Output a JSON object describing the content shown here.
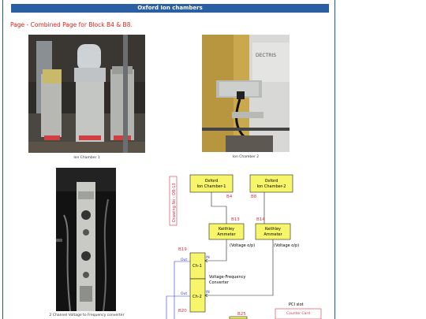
{
  "header": {
    "title": "Oxford Ion chambers"
  },
  "page": {
    "heading": "Page - Combined Page for Block B4 & B8."
  },
  "photos": {
    "ion_chamber_1": {
      "caption": "Ion Chamber 1"
    },
    "ion_chamber_2": {
      "caption": "Ion Chamber 2",
      "sign_text": "DECTRIS"
    },
    "converter": {
      "caption": "2 Channel Voltage to Frequency converter"
    }
  },
  "diagram": {
    "drawing_no": "Drawing No - DB-13",
    "chamber1_line1": "Oxford",
    "chamber1_line2": "Ion Chamber-1",
    "chamber1_tag": "B4",
    "chamber2_line1": "Oxford",
    "chamber2_line2": "Ion Chamber-2",
    "chamber2_tag": "B8",
    "ammeter1_line1": "Keithley",
    "ammeter1_line2": "Ammeter",
    "ammeter1_tag": "B13",
    "ammeter2_line1": "Keithley",
    "ammeter2_line2": "Ammeter",
    "ammeter2_tag": "B14",
    "voltage_op_1": "(Voltage o/p)",
    "voltage_op_2": "(Voltage o/p)",
    "ch1": "Ch-1",
    "ch2": "Ch-2",
    "b19": "B19",
    "b20": "B20",
    "b25": "B25",
    "out1": "Out",
    "in1": "IN",
    "out2": "Out",
    "in2": "IN",
    "converter_line1": "Voltage-Frequency",
    "converter_line2": "Converter",
    "pci_slot": "PCI slot",
    "counter_card": "Counter Card"
  },
  "colors": {
    "title_bar": "#2a5fa3",
    "heading": "#e0241b",
    "box_fill": "#f7f56a",
    "wire": "#2b3bd1",
    "tag": "#d2354a"
  }
}
